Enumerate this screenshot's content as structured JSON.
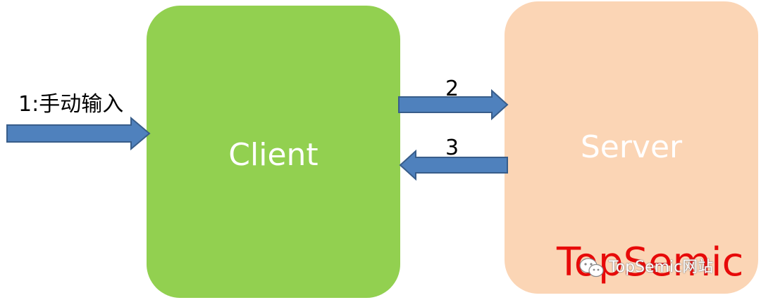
{
  "colors": {
    "client_fill": "#92d050",
    "server_fill": "#fbd5b5",
    "arrow_fill": "#4f81bd",
    "arrow_stroke": "#385d8a",
    "watermark_red": "#e60000"
  },
  "nodes": {
    "client": {
      "label": "Client"
    },
    "server": {
      "label": "Server"
    }
  },
  "edges": {
    "input": {
      "label": "1:手动输入"
    },
    "request": {
      "label": "2"
    },
    "response": {
      "label": "3"
    }
  },
  "watermark": {
    "stamp": "TopSemic",
    "text": "TopSemic网站",
    "icon": "wechat-icon"
  }
}
